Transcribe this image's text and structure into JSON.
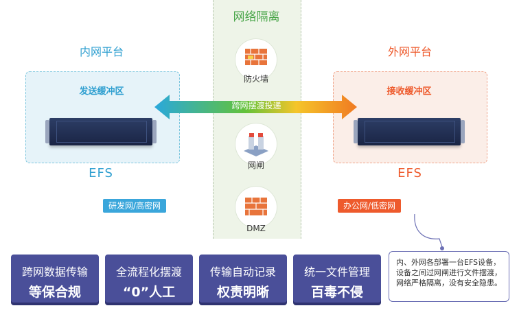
{
  "isolation": {
    "title": "网络隔离",
    "items": [
      {
        "label": "防火墙",
        "icon": "firewall-icon"
      },
      {
        "label": "网闸",
        "icon": "gatekeeper-icon"
      },
      {
        "label": "DMZ",
        "icon": "dmz-wall-icon"
      }
    ]
  },
  "arrow": {
    "label": "跨网摆渡投递"
  },
  "inner": {
    "title": "内网平台",
    "buffer": "发送缓冲区",
    "efs": "EFS",
    "network": "研发网/高密网",
    "color": "#2f9fd0"
  },
  "outer": {
    "title": "外网平台",
    "buffer": "接收缓冲区",
    "efs": "EFS",
    "network": "办公网/低密网",
    "color": "#ee5a2c"
  },
  "features": [
    {
      "line1": "跨网数据传输",
      "line2": "等保合规"
    },
    {
      "line1": "全流程化摆渡",
      "line2": "“0”人工"
    },
    {
      "line1": "传输自动记录",
      "line2": "权责明晰"
    },
    {
      "line1": "统一文件管理",
      "line2": "百毒不侵"
    }
  ],
  "note": "内、外网各部署一台EFS设备，设备之间过网闸进行文件摆渡，网络严格隔离，没有安全隐患。",
  "colors": {
    "tile": "#4a4f99",
    "band": "#eef4e8",
    "accent_green": "#4aa64a"
  }
}
